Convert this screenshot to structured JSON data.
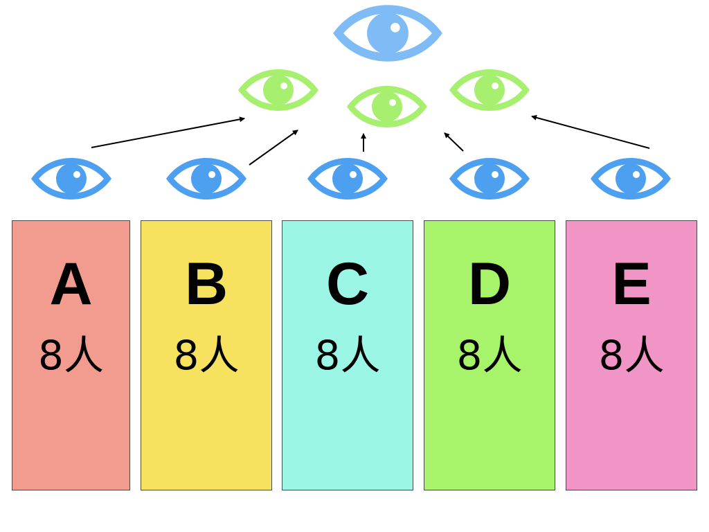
{
  "colors": {
    "top_eye": "#7fbcf6",
    "middle_eye": "#a7ef6f",
    "bottom_eye": "#4d9ff0",
    "arrow": "#000000"
  },
  "icons": {
    "top": "eye-icon",
    "middle": "eye-icon",
    "bottom": "eye-icon"
  },
  "groups": [
    {
      "letter": "A",
      "count": "8人",
      "color": "#f29c90"
    },
    {
      "letter": "B",
      "count": "8人",
      "color": "#f6e25e"
    },
    {
      "letter": "C",
      "count": "8人",
      "color": "#9cf6e6"
    },
    {
      "letter": "D",
      "count": "8人",
      "color": "#a7f46a"
    },
    {
      "letter": "E",
      "count": "8人",
      "color": "#f194c6"
    }
  ]
}
